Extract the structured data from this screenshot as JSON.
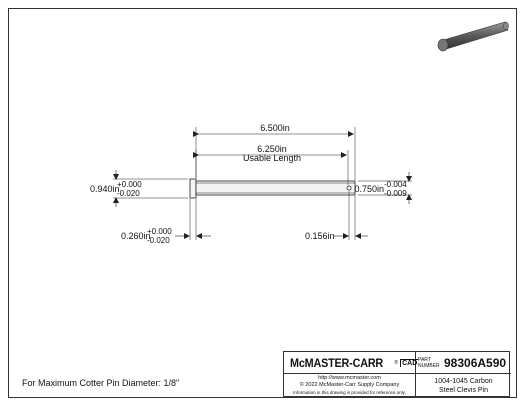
{
  "dimensions": {
    "overall_length": "6.500in",
    "usable_length": "6.250in",
    "usable_length_label": "Usable Length",
    "head_diameter": "0.940in",
    "head_diameter_tol_plus": "+0.000",
    "head_diameter_tol_minus": "-0.020",
    "pin_diameter": "0.750in",
    "pin_diameter_tol_minus_upper": "-0.004",
    "pin_diameter_tol_minus_lower": "-0.009",
    "head_thickness": "0.260in",
    "head_thickness_tol_plus": "+0.000",
    "head_thickness_tol_minus": "-0.020",
    "hole_offset": "0.156in"
  },
  "note": "For Maximum Cotter Pin Diameter: 1/8\"",
  "title_block": {
    "logo": "McMASTER-CARR",
    "logo_mark": "®",
    "logo_cad": "CAD",
    "part_label_line1": "PART",
    "part_label_line2": "NUMBER",
    "part_number": "98306A590",
    "website": "http://www.mcmaster.com",
    "copyright": "© 2022 McMaster-Carr Supply Company",
    "disclaimer": "Information in this drawing is provided for reference only.",
    "description_line1": "1004-1045 Carbon",
    "description_line2": "Steel Clevis Pin"
  },
  "colors": {
    "line": "#222222",
    "pin_fill": "#f4f4f4",
    "iso_pin": "#555555"
  }
}
